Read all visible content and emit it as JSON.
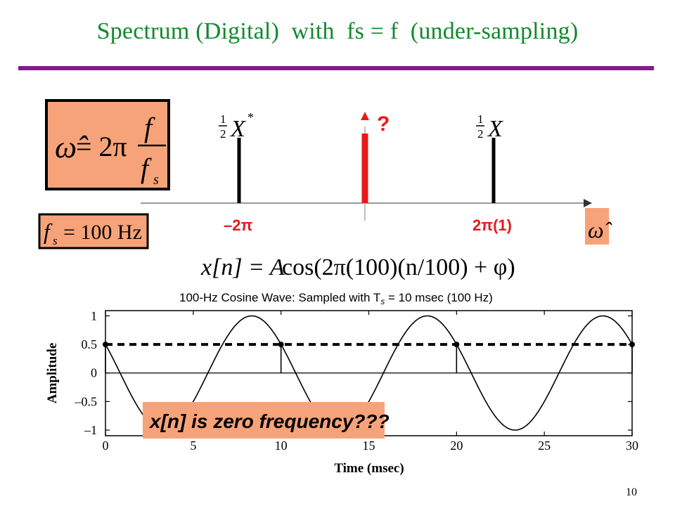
{
  "slide": {
    "title": "Spectrum (Digital)  with  fs = f  (under-sampling)",
    "page_number": "10"
  },
  "colors": {
    "title": "#108a2c",
    "rule": "#86198c",
    "box_fill": "#f7a37a",
    "stem": "#000000",
    "red_stem": "#e8191b",
    "axis_label_red": "#e8191b"
  },
  "formula_box": {
    "lhs": "ω̂",
    "eq": "= 2π",
    "numerator": "f",
    "denominator": "f",
    "denominator_sub": "s"
  },
  "fs_box": {
    "symbol": "f",
    "sub": "s",
    "text": "= 100 Hz"
  },
  "spectrum": {
    "left_stem": {
      "coef_num": "1",
      "coef_den": "2",
      "label": "X",
      "sup": "*",
      "tick_label": "–2π"
    },
    "right_stem": {
      "coef_num": "1",
      "coef_den": "2",
      "label": "X",
      "tick_label": "2π(1)"
    },
    "center_mark": "?",
    "axis_symbol": "ω̂"
  },
  "equation": {
    "lhs": "x[n] = A",
    "func": "cos(2π(100)(n/100) + φ)"
  },
  "chart_data": {
    "type": "line",
    "title": "100-Hz Cosine Wave: Sampled with T",
    "title_sub": "s",
    "title_rest": " = 10 msec (100 Hz)",
    "xlabel": "Time (msec)",
    "ylabel": "Amplitude",
    "xlim": [
      0,
      30
    ],
    "ylim": [
      -1,
      1
    ],
    "x_ticks": [
      "0",
      "5",
      "10",
      "15",
      "20",
      "25",
      "30"
    ],
    "y_ticks": [
      "1",
      "0.5",
      "0",
      "–0.5",
      "–1"
    ],
    "series": [
      {
        "name": "",
        "kind": "cosine",
        "frequency_hz": 100,
        "phase_rad": 1.047
      },
      {
        "name": "",
        "kind": "dashed_constant",
        "value": 0.5
      }
    ],
    "samples": {
      "x": [
        0,
        10,
        20,
        30
      ],
      "y": [
        0.5,
        0.5,
        0.5,
        0.5
      ]
    },
    "annotation": "x[n] is zero frequency???"
  }
}
